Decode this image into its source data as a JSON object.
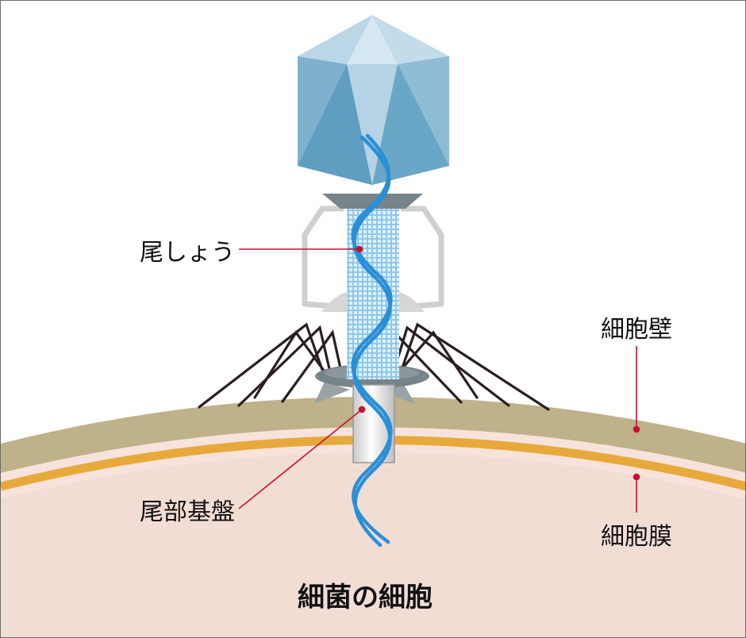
{
  "labels": {
    "tail_sheath": "尾しょう",
    "baseplate": "尾部基盤",
    "cell_wall": "細胞壁",
    "cell_membrane": "細胞膜",
    "bacterial_cell": "細菌の細胞"
  },
  "colors": {
    "cytoplasm": "#f2ddd4",
    "cell_wall": "#bfb189",
    "membrane_outer": "#f7e3dc",
    "membrane_band": "#e7a93b",
    "capsid_dark": "#5f9ec0",
    "capsid_mid": "#a4c8dd",
    "capsid_light": "#d5e7f1",
    "dna": "#2a8fd6",
    "sheath": "#9fd0ef",
    "collar": "#77848a",
    "fiber": "#2a1f1f",
    "leader": "#c8102e"
  }
}
